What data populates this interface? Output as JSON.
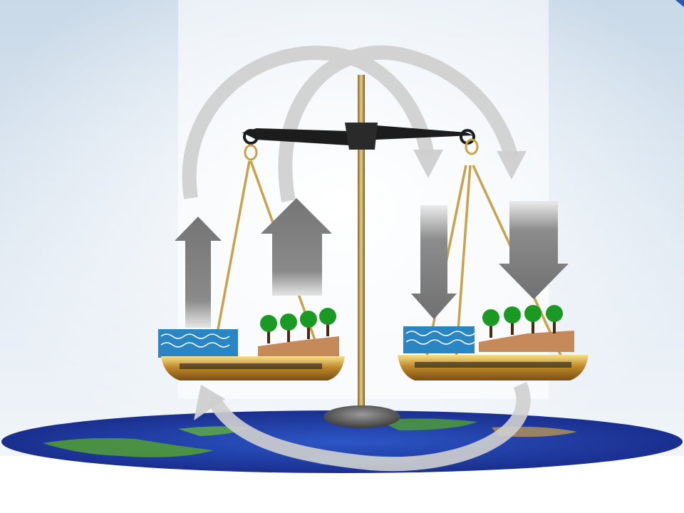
{
  "scene": {
    "colors": {
      "sky_top": "#c9d9e8",
      "sky_bottom": "#f2f6fa",
      "earth_ocean": "#1f3fa8",
      "earth_land": "#4f9a3a",
      "water": "#2a86c2",
      "soil": "#c68a5a",
      "tree": "#1a9a22",
      "arrow_gray": "#7a7a7a",
      "cycle_arrow": "#cfcfcf",
      "scale_dark": "#1c1c1c",
      "pan_gold": "#c89a38",
      "chain": "#c9a24a"
    },
    "left_pan": {
      "items": [
        "water",
        "land-with-trees"
      ],
      "arrows": [
        "up",
        "up"
      ]
    },
    "right_pan": {
      "items": [
        "water",
        "land-with-trees"
      ],
      "arrows": [
        "down",
        "down"
      ]
    },
    "icons": [
      "balance-scale",
      "earth-disc",
      "cycle-arrow",
      "up-arrow",
      "down-arrow",
      "tree",
      "water-waves"
    ]
  }
}
